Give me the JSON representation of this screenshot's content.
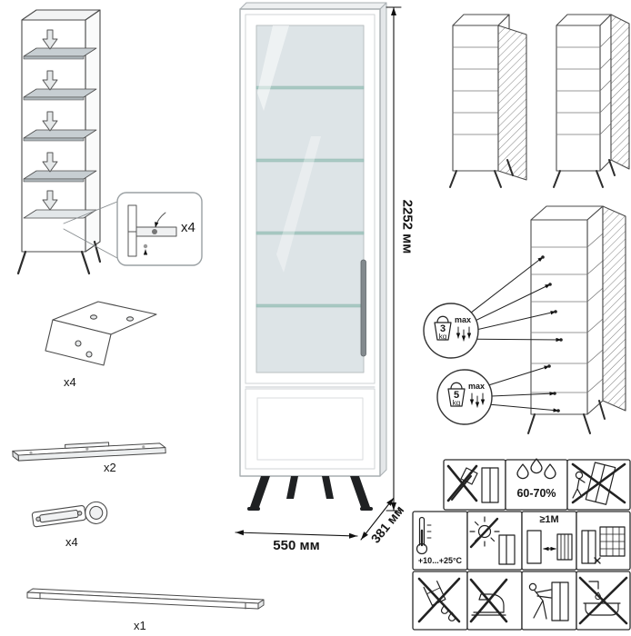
{
  "dimensions": {
    "height": "2252 мм",
    "width": "550 мм",
    "depth": "381 мм"
  },
  "parts": {
    "cam_lock": {
      "qty": "x4"
    },
    "leg_bracket": {
      "qty": "x4"
    },
    "rail": {
      "qty": "x2"
    },
    "hinge": {
      "qty": "x4"
    },
    "handle": {
      "qty": "x1"
    }
  },
  "load_limits": {
    "glass_shelf": {
      "value": "3",
      "unit": "kg",
      "note": "max"
    },
    "lower_shelf": {
      "value": "5",
      "unit": "kg",
      "note": "max"
    }
  },
  "care": {
    "humidity": "60-70%",
    "temperature": "+10...+25°C",
    "distance": "≥1M"
  },
  "icons": {
    "warning_row1": [
      "no-axe-icon",
      "humidity-icon",
      "tip-over-warning-icon"
    ],
    "warning_row2": [
      "temperature-range-icon",
      "no-direct-sunlight-icon",
      "heater-distance-icon",
      "no-heat-grille-icon"
    ],
    "warning_row3": [
      "no-spill-icon",
      "no-iron-icon",
      "move-carefully-icon",
      "no-washing-icon"
    ]
  }
}
